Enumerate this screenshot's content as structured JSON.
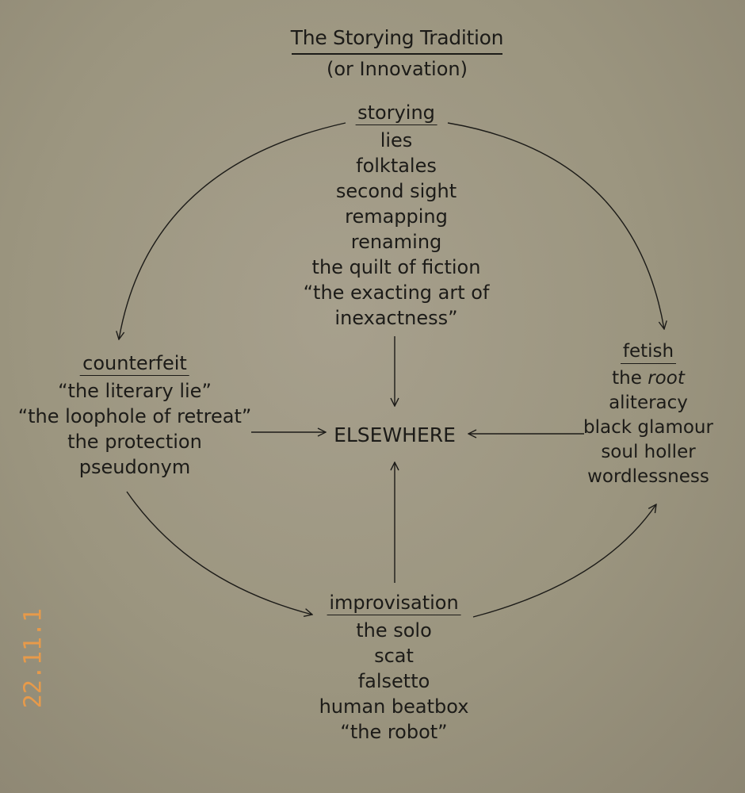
{
  "title": "The Storying Tradition",
  "subtitle": "(or Innovation)",
  "center": "ELSEWHERE",
  "clusters": {
    "top": {
      "heading": "storying",
      "items": [
        "lies",
        "folktales",
        "second sight",
        "remapping",
        "renaming",
        "the quilt of fiction",
        "“the exacting art of",
        "inexactness”"
      ]
    },
    "left": {
      "heading": "counterfeit",
      "items": [
        "“the literary lie”",
        "“the loophole of retreat”",
        "the protection",
        "pseudonym"
      ]
    },
    "right": {
      "heading": "fetish",
      "items": [
        "aliteracy",
        "black glamour",
        "soul holler",
        "wordlessness"
      ],
      "first_item_prefix": "the ",
      "first_item_italic": "root"
    },
    "bottom": {
      "heading": "improvisation",
      "items": [
        "the solo",
        "scat",
        "falsetto",
        "human beatbox",
        "“the robot”"
      ]
    }
  },
  "date_stamp": "22.11.1",
  "colors": {
    "background": "#9b957f",
    "ink": "#1c1b18",
    "date_stamp": "#e79a4a"
  }
}
